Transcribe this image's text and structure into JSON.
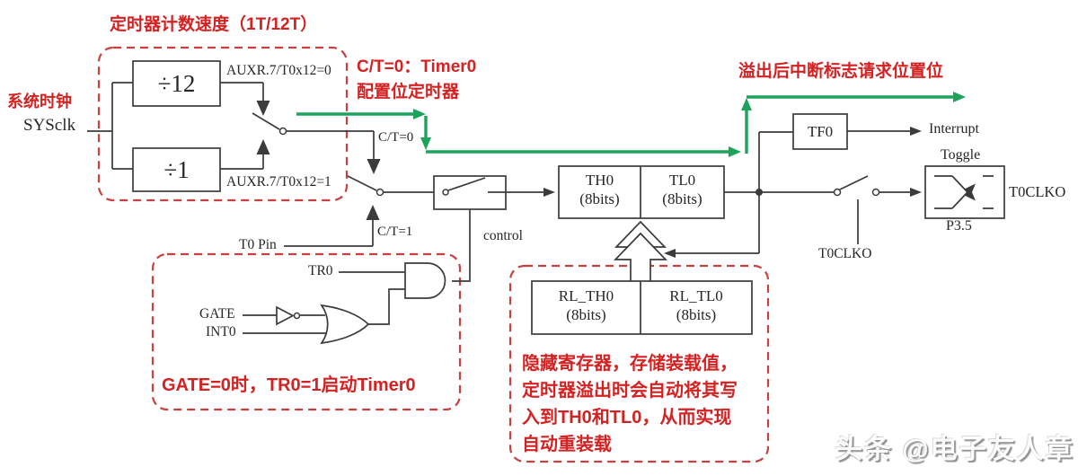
{
  "colors": {
    "annotation_red": "#d42222",
    "dashed_box_red": "#c94040",
    "highlight_green": "#1da35c",
    "wire_black": "#3b3b3b"
  },
  "annotations": {
    "speed_title": "定时器计数速度（1T/12T）",
    "sys_clock_cn": "系统时钟",
    "sysclk": "SYSclk",
    "ct0_note_line1": "C/T=0：Timer0",
    "ct0_note_line2": "配置位定时器",
    "overflow_note": "溢出后中断标志请求位置位",
    "gate_note": "GATE=0时，TR0=1启动Timer0",
    "reload_note_line1": "隐藏寄存器，存储装载值，",
    "reload_note_line2": "定时器溢出时会自动将其写",
    "reload_note_line3": "入到TH0和TL0，从而实现",
    "reload_note_line4": "自动重装载"
  },
  "blocks": {
    "div12": "÷12",
    "div1": "÷1",
    "th0_name": "TH0",
    "th0_bits": "(8bits)",
    "tl0_name": "TL0",
    "tl0_bits": "(8bits)",
    "rl_th0_name": "RL_TH0",
    "rl_th0_bits": "(8bits)",
    "rl_tl0_name": "RL_TL0",
    "rl_tl0_bits": "(8bits)",
    "tf0": "TF0"
  },
  "labels": {
    "auxr_0": "AUXR.7/T0x12=0",
    "auxr_1": "AUXR.7/T0x12=1",
    "ct_eq_0": "C/T=0",
    "ct_eq_1": "C/T=1",
    "t0_pin": "T0 Pin",
    "control": "control",
    "tr0": "TR0",
    "gate": "GATE",
    "int0": "INT0",
    "interrupt": "Interrupt",
    "toggle": "Toggle",
    "p35": "P3.5",
    "t0clko_output": "T0CLKO",
    "t0clko_switch": "T0CLKO"
  },
  "watermark": "头条 @电子友人章"
}
